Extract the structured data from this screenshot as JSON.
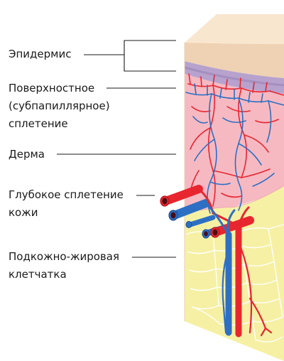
{
  "labels": {
    "epidermis": "Эпидермис",
    "superficial_plexus": [
      "Поверхностное",
      "(субпапиллярное)",
      "сплетение"
    ],
    "dermis": "Дерма",
    "deep_plexus": [
      "Глубокое сплетение",
      "кожи"
    ],
    "subcutaneous": [
      "Подкожно-жировая",
      "клетчатка"
    ]
  },
  "colors": {
    "top_surface": "#f9e6cf",
    "epidermis": "#efd2b3",
    "basal_layer": "#b6a2cd",
    "dermis": "#f6b9c2",
    "subcutaneous": "#f6f0a4",
    "fat_cell_lines": "#ffffff",
    "artery": "#e8262f",
    "vein": "#2d6fc3",
    "vessel_lumen": "#4a0d12",
    "leader_line": "#1a1a1a"
  }
}
